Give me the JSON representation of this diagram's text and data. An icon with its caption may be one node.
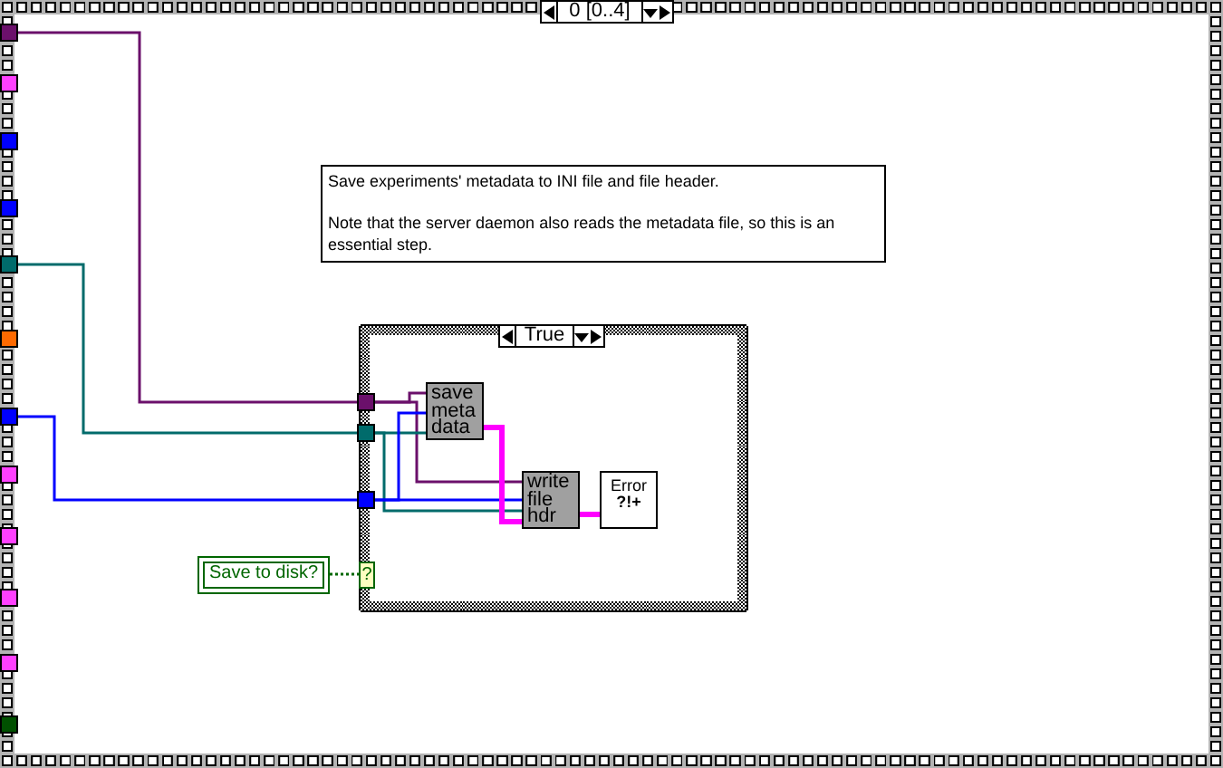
{
  "diagram": {
    "nodes": [
      {
        "text": [
          "0 [0..4]"
        ]
      },
      {
        "text": [],
        "shape": "box",
        "in": 0
      },
      {
        "text": [],
        "shape": "box",
        "in": 0
      },
      {
        "text": [],
        "shape": "box",
        "in": 0
      },
      {
        "text": [],
        "shape": "box",
        "in": 0
      },
      {
        "text": [],
        "shape": "box",
        "in": 0
      },
      {
        "text": [],
        "shape": "box",
        "in": 0
      },
      {
        "text": [],
        "shape": "box",
        "in": 0
      },
      {
        "text": [],
        "shape": "box",
        "in": 0
      },
      {
        "text": [],
        "shape": "box",
        "in": 0
      },
      {
        "text": [],
        "shape": "box",
        "in": 0
      },
      {
        "text": [],
        "shape": "box",
        "in": 0
      },
      {
        "text": [],
        "shape": "box",
        "in": 0
      },
      {
        "text": [
          "Save experiments' metadata to INI file and file header.",
          "Note that the server daemon also reads the metadata file, so this is an essential step."
        ],
        "in": 0
      },
      {
        "text": [
          "True"
        ],
        "in": 0
      },
      {
        "text": [],
        "shape": "box",
        "in": 14
      },
      {
        "text": [
          "save meta data"
        ],
        "in": 14
      },
      {
        "text": [],
        "shape": "box",
        "in": 14
      },
      {
        "text": [
          "write file hdr"
        ],
        "in": 14
      },
      {
        "text": [],
        "shape": "box",
        "in": 14
      },
      {
        "text": [
          "Error",
          "?!+"
        ],
        "in": 14
      },
      {
        "text": [
          "Save to disk?"
        ],
        "in": 0
      },
      {
        "text": [
          "?"
        ],
        "in": 14
      }
    ],
    "edges": [
      {
        "from": 1,
        "to": 15,
        "arrow": "none",
        "color": "#6b106b"
      },
      {
        "from": 5,
        "to": 17,
        "arrow": "none",
        "color": "#006b6b"
      },
      {
        "from": 7,
        "to": 19,
        "arrow": "none",
        "color": "#0000ff"
      },
      {
        "from": 15,
        "to": 16,
        "arrow": "none",
        "color": "#6b106b"
      },
      {
        "from": 15,
        "to": 18,
        "arrow": "none",
        "color": "#6b106b"
      },
      {
        "from": 17,
        "to": 16,
        "arrow": "none",
        "color": "#006b6b"
      },
      {
        "from": 17,
        "to": 18,
        "arrow": "none",
        "color": "#006b6b"
      },
      {
        "from": 19,
        "to": 16,
        "arrow": "none",
        "color": "#0000ff"
      },
      {
        "from": 19,
        "to": 18,
        "arrow": "none",
        "color": "#0000ff"
      },
      {
        "from": 16,
        "to": 18,
        "arrow": "none",
        "style": "thick",
        "color": "#ff00ff"
      },
      {
        "from": 18,
        "to": 20,
        "arrow": "none",
        "style": "thick",
        "color": "#ff00ff"
      },
      {
        "from": 21,
        "to": 22,
        "arrow": "none",
        "style": "dashed",
        "color": "#006600"
      }
    ]
  }
}
